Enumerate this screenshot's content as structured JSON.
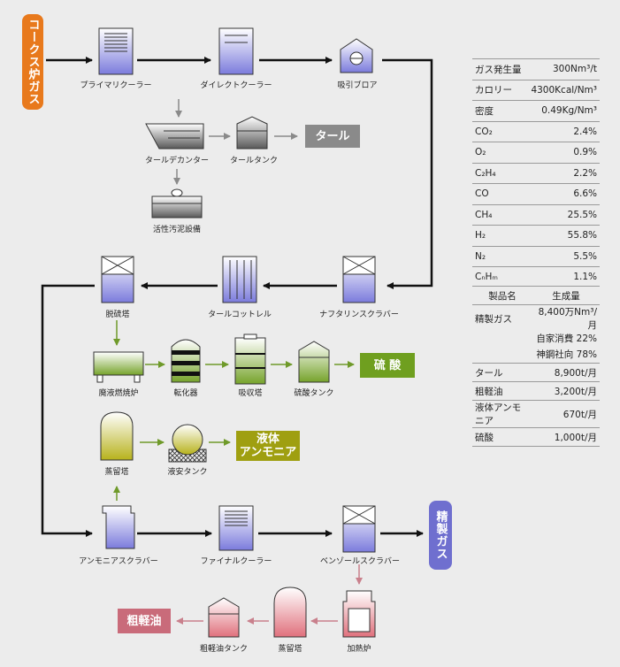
{
  "inlet_tag": "コークス炉ガス",
  "outlet_tag": "精製ガス",
  "equipment": {
    "primary_cooler": "プライマリクーラー",
    "direct_cooler": "ダイレクトクーラー",
    "suction_blower": "吸引ブロア",
    "tar_decanter": "タールデカンター",
    "tar_tank": "タールタンク",
    "activated_sludge": "活性汚泥設備",
    "desulfurization_tower": "脱硫塔",
    "tar_cottrell": "タールコットレル",
    "naphthalene_scrubber": "ナフタリンスクラバー",
    "waste_liquor_furnace": "廃液燃焼炉",
    "converter": "転化器",
    "absorption_tower": "吸収塔",
    "sulfuric_acid_tank": "硫酸タンク",
    "ammonia_still": "蒸留塔",
    "liquid_ammonia_tank": "液安タンク",
    "ammonia_scrubber": "アンモニアスクラバー",
    "final_cooler": "ファイナルクーラー",
    "benzol_scrubber": "ベンゾールスクラバー",
    "heating_furnace": "加熱炉",
    "light_oil_still": "蒸留塔",
    "light_oil_tank": "粗軽油タンク"
  },
  "products": {
    "tar": "タール",
    "sulfuric_acid": "硫 酸",
    "liquid_ammonia_1": "液体",
    "liquid_ammonia_2": "アンモニア",
    "crude_light_oil": "粗軽油"
  },
  "colors": {
    "inlet": "#e8791c",
    "outlet": "#6f6fcf",
    "tar": "#8a8a8a",
    "sulfur": "#6f9f1f",
    "ammonia": "#9f9f10",
    "light_oil": "#c96b7a"
  },
  "gas_table": [
    {
      "item": "ガス発生量",
      "value": "300Nm³/t"
    },
    {
      "item": "カロリー",
      "value": "4300Kcal/Nm³"
    },
    {
      "item": "密度",
      "value": "0.49Kg/Nm³"
    },
    {
      "item": "CO₂",
      "value": "2.4%"
    },
    {
      "item": "O₂",
      "value": "0.9%"
    },
    {
      "item": "C₂H₄",
      "value": "2.2%"
    },
    {
      "item": "CO",
      "value": "6.6%"
    },
    {
      "item": "CH₄",
      "value": "25.5%"
    },
    {
      "item": "H₂",
      "value": "55.8%"
    },
    {
      "item": "N₂",
      "value": "5.5%"
    },
    {
      "item": "CₙHₘ",
      "value": "1.1%"
    }
  ],
  "product_table": {
    "header_name": "製品名",
    "header_amount": "生成量",
    "refined_gas": "精製ガス",
    "refined_gas_amount": "8,400万Nm³/月",
    "refined_gas_sub1": "自家消費 22%",
    "refined_gas_sub2": "神鋼社向 78%",
    "rows": [
      {
        "name": "タール",
        "amount": "8,900t/月"
      },
      {
        "name": "粗軽油",
        "amount": "3,200t/月"
      },
      {
        "name": "液体アンモニア",
        "amount": "670t/月"
      },
      {
        "name": "硫酸",
        "amount": "1,000t/月"
      }
    ]
  }
}
